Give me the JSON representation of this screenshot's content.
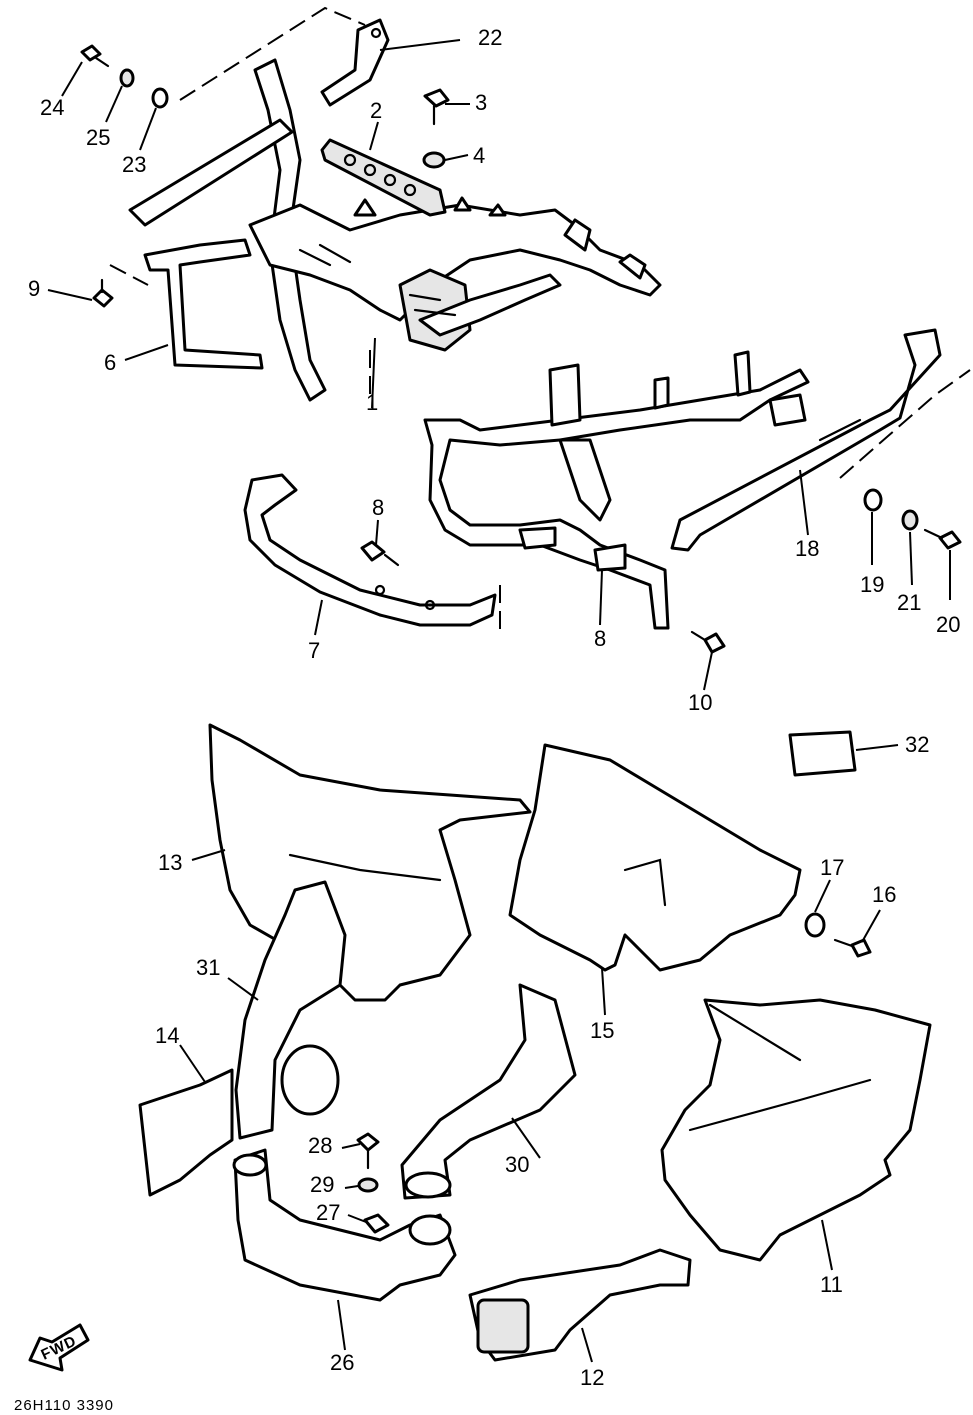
{
  "labels": {
    "p1": "1",
    "p2": "2",
    "p3": "3",
    "p4": "4",
    "p6": "6",
    "p7": "7",
    "p8a": "8",
    "p8b": "8",
    "p9": "9",
    "p10": "10",
    "p11": "11",
    "p12": "12",
    "p13": "13",
    "p14": "14",
    "p15": "15",
    "p16": "16",
    "p17": "17",
    "p18": "18",
    "p19": "19",
    "p20": "20",
    "p21": "21",
    "p22": "22",
    "p23": "23",
    "p24": "24",
    "p25": "25",
    "p26": "26",
    "p27": "27",
    "p28": "28",
    "p29": "29",
    "p30": "30",
    "p31": "31",
    "p32": "32"
  },
  "fwd_mark": "FWD",
  "drawing_code": "26H110 3390"
}
